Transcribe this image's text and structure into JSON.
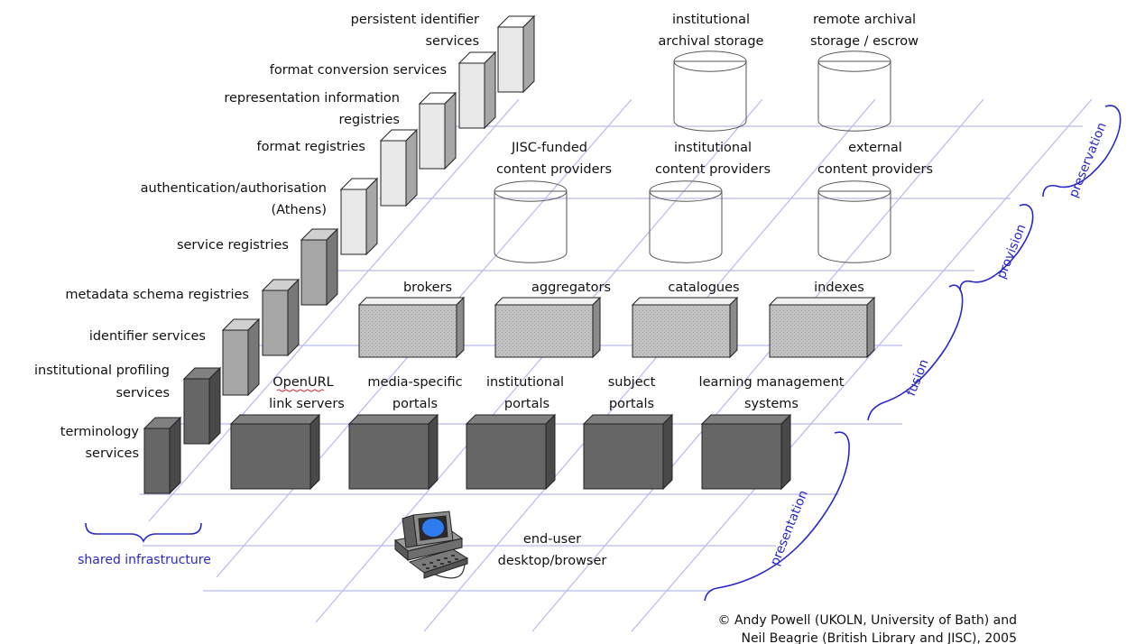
{
  "colors": {
    "layer_label": "#2828c8",
    "grid_line": "#b9b9ee",
    "block_dark": "#666666",
    "block_medium": "#a6a6a6",
    "block_light": "#e8e8e8",
    "cylinder_white": "#f4f4f4",
    "cylinder_grey": "#c4c4c4"
  },
  "shared_infrastructure": {
    "label": "shared infrastructure",
    "services": [
      {
        "lines": [
          "terminology",
          "services"
        ]
      },
      {
        "lines": [
          "institutional profiling",
          "services"
        ]
      },
      {
        "lines": [
          "identifier services"
        ]
      },
      {
        "lines": [
          "metadata schema registries"
        ]
      },
      {
        "lines": [
          "service registries"
        ]
      },
      {
        "lines": [
          "authentication/authorisation",
          "(Athens)"
        ]
      },
      {
        "lines": [
          "format registries"
        ]
      },
      {
        "lines": [
          "representation information",
          "registries"
        ]
      },
      {
        "lines": [
          "format conversion services"
        ]
      },
      {
        "lines": [
          "persistent identifier",
          "services"
        ]
      }
    ]
  },
  "layers": {
    "preservation": "preservation",
    "provision": "provision",
    "fusion": "fusion",
    "presentation": "presentation"
  },
  "preservation_items": [
    {
      "lines": [
        "institutional",
        "archival storage"
      ]
    },
    {
      "lines": [
        "remote archival",
        "storage / escrow"
      ]
    }
  ],
  "provision_items": [
    {
      "lines": [
        "JISC-funded",
        "content providers"
      ]
    },
    {
      "lines": [
        "institutional",
        "content providers"
      ]
    },
    {
      "lines": [
        "external",
        "content providers"
      ]
    }
  ],
  "fusion_items": [
    {
      "label": "brokers"
    },
    {
      "label": "aggregators"
    },
    {
      "label": "catalogues"
    },
    {
      "label": "indexes"
    }
  ],
  "presentation_items": [
    {
      "lines": [
        "OpenURL",
        "link servers"
      ]
    },
    {
      "lines": [
        "media-specific",
        "portals"
      ]
    },
    {
      "lines": [
        "institutional",
        "portals"
      ]
    },
    {
      "lines": [
        "subject",
        "portals"
      ]
    },
    {
      "lines": [
        "learning management",
        "systems"
      ]
    }
  ],
  "end_user": {
    "lines": [
      "end-user",
      "desktop/browser"
    ]
  },
  "credit": {
    "line1": "© Andy Powell (UKOLN, University of Bath) and",
    "line2": "Neil Beagrie (British Library and JISC), 2005"
  }
}
